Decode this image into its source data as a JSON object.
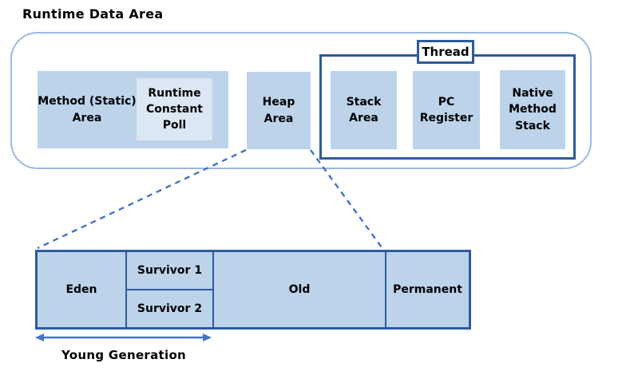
{
  "title": "Runtime Data Area",
  "colors": {
    "box_fill": "#BCD3EA",
    "inner_box_fill": "#DCE7F4",
    "dark_border": "#2E5B9E",
    "outer_border": "#9CB9E0",
    "accent_line": "#4472C4",
    "text": "#000000",
    "background": "#FFFFFF"
  },
  "runtime_area": {
    "method_box": {
      "label": "Method (Static) Area"
    },
    "constant_pool_box": {
      "label": "Runtime Constant Poll"
    },
    "heap_box": {
      "label": "Heap Area"
    },
    "thread_group": {
      "label": "Thread",
      "boxes": [
        {
          "label": "Stack Area"
        },
        {
          "label": "PC Register"
        },
        {
          "label": "Native Method Stack"
        }
      ]
    }
  },
  "heap_detail": {
    "segments": [
      {
        "name": "eden",
        "label": "Eden"
      },
      {
        "name": "survivor1",
        "label": "Survivor 1"
      },
      {
        "name": "survivor2",
        "label": "Survivor 2"
      },
      {
        "name": "old",
        "label": "Old"
      },
      {
        "name": "permanent",
        "label": "Permanent"
      }
    ],
    "young_generation_label": "Young Generation"
  }
}
